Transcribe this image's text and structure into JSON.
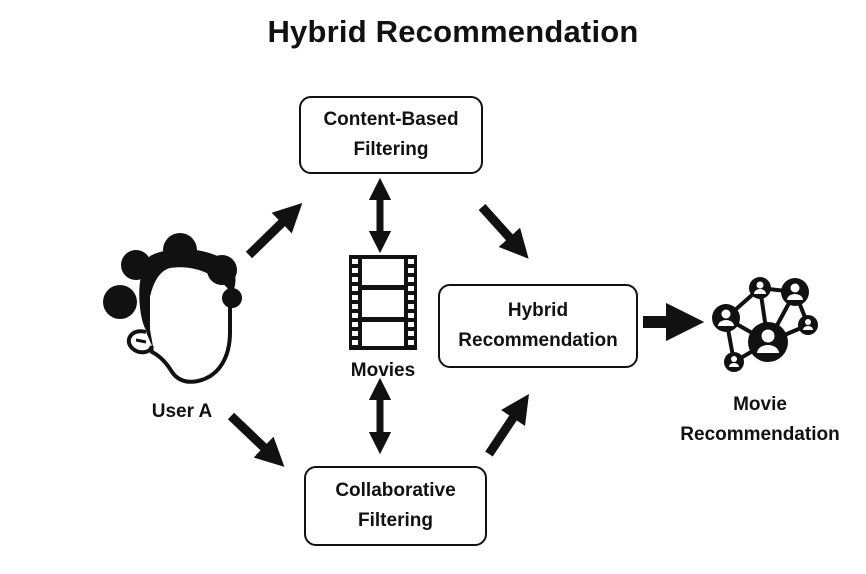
{
  "title": "Hybrid Recommendation",
  "nodes": {
    "content_based": [
      "Content-Based",
      "Filtering"
    ],
    "collaborative": [
      "Collaborative",
      "Filtering"
    ],
    "hybrid": [
      "Hybrid",
      "Recommendation"
    ],
    "movies": "Movies",
    "user": "User A",
    "movie_recommendation": [
      "Movie",
      "Recommendation"
    ]
  },
  "icons": {
    "user": "user-head-icon",
    "movies": "film-strip-icon",
    "output": "network-people-icon"
  }
}
